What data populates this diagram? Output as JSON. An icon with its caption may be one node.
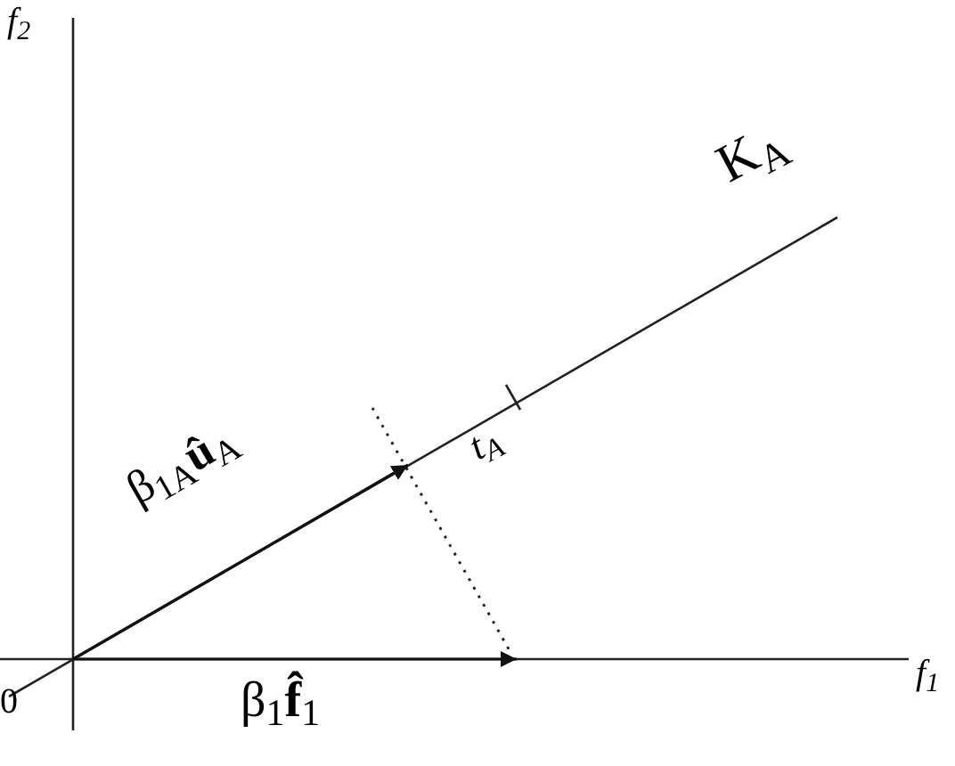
{
  "diagram": {
    "labels": [
      "f$_{2}$",
      "K$_{A}$",
      "t$_{A}$",
      "β$_{1A}$**û**$_{A}$",
      "f$_{1}$",
      "0",
      "β$_{1}$**f̂**$_{1}$"
    ]
  }
}
